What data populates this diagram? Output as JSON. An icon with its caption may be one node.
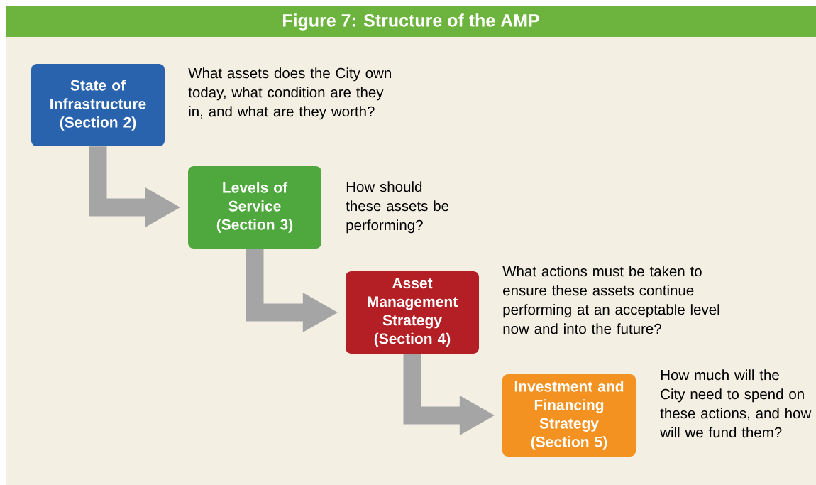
{
  "diagram": {
    "title": "Figure 7: Structure of the AMP",
    "nodes": [
      {
        "text": [
          "State of Infrastructure (Section 2)"
        ],
        "beside": [
          "What assets does the City own today, what condition are they in, and what are they worth?"
        ]
      },
      {
        "text": [
          "Levels of Service (Section 3)"
        ],
        "beside": [
          "How should these assets be performing?"
        ]
      },
      {
        "text": [
          "Asset Management Strategy (Section 4)"
        ],
        "beside": [
          "What actions must be taken to ensure these assets continue performing at an acceptable level now and into the future?"
        ]
      },
      {
        "text": [
          "Investment and Financing Strategy (Section 5)"
        ],
        "beside": [
          "How much will the City need to spend on these actions, and how will we fund them?"
        ]
      }
    ],
    "edges": [
      {
        "from": 0,
        "to": 1,
        "arrow": "to"
      },
      {
        "from": 1,
        "to": 2,
        "arrow": "to"
      },
      {
        "from": 2,
        "to": 3,
        "arrow": "to"
      }
    ]
  }
}
